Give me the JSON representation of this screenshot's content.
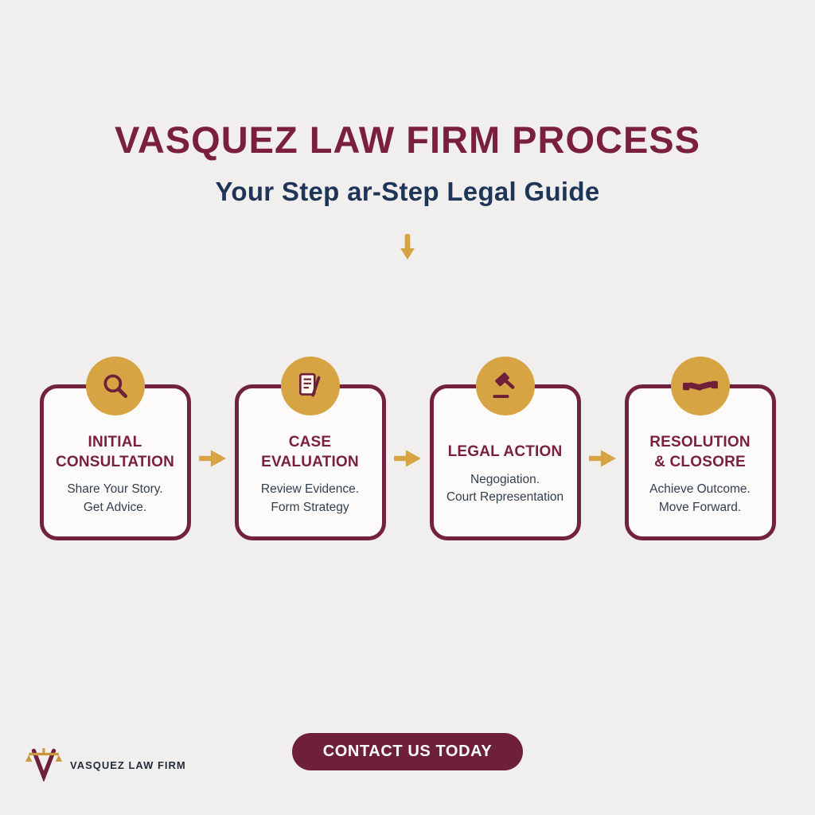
{
  "header": {
    "title": "VASQUEZ LAW FIRM PROCESS",
    "subtitle": "Your Step ar-Step Legal Guide"
  },
  "steps": [
    {
      "icon": "magnifier-icon",
      "title": "INITIAL\nCONSULTATION",
      "description": "Share Your Story.\nGet Advice."
    },
    {
      "icon": "document-pencil-icon",
      "title": "CASE\nEVALUATION",
      "description": "Review Evidence.\nForm Strategy"
    },
    {
      "icon": "gavel-icon",
      "title": "LEGAL ACTION",
      "description": "Negogiation.\nCourt Representation"
    },
    {
      "icon": "handshake-icon",
      "title": "RESOLUTION\n& CLOSORE",
      "description": "Achieve Outcome.\nMove Forward."
    }
  ],
  "cta": {
    "label": "CONTACT US TODAY"
  },
  "footer": {
    "brand": "VASQUEZ LAW FIRM"
  },
  "colors": {
    "maroon": "#72213e",
    "navy": "#1f3557",
    "gold": "#d7a443",
    "background": "#f0efed"
  }
}
